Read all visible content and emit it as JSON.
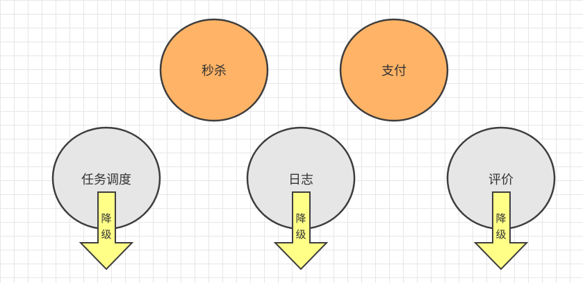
{
  "colors": {
    "core_fill": "#ffb366",
    "noncore_fill": "#e6e6e6",
    "stroke": "#3d3d3d",
    "arrow_fill": "#ffff88"
  },
  "core_services": {
    "seckill": "秒杀",
    "payment": "支付"
  },
  "degradable_services": {
    "task_scheduling": "任务调度",
    "log": "日志",
    "review": "评价"
  },
  "arrows": {
    "degrade_char_1": "降",
    "degrade_char_2": "级"
  }
}
